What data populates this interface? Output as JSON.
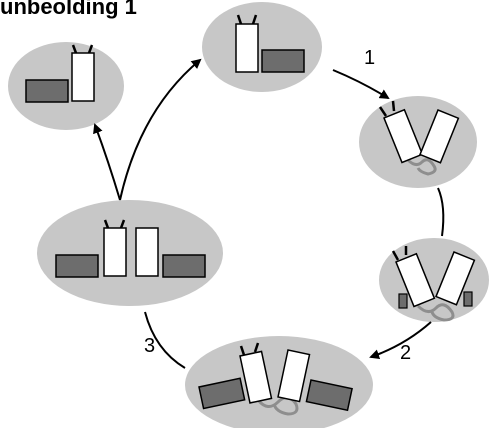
{
  "diagram": {
    "title": "unbeolding 1",
    "step_labels": [
      "1",
      "2",
      "3"
    ],
    "colors": {
      "ellipse_fill": "#c7c7c7",
      "dark_block": "#6d6d6d",
      "light_block": "#ffffff",
      "outline": "#000000",
      "tangle": "#8e8e8e"
    },
    "states": [
      "top",
      "top-left",
      "right-upper",
      "right-lower",
      "bottom",
      "left-middle"
    ],
    "arrows": [
      "top-to-right-upper",
      "right-upper-to-right-lower",
      "right-lower-to-bottom",
      "bottom-to-left-middle",
      "left-middle-to-top-left",
      "left-middle-to-top"
    ]
  }
}
